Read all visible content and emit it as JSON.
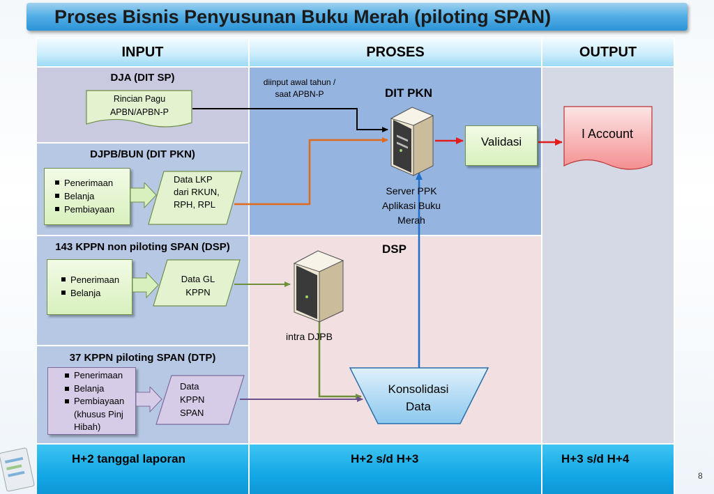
{
  "title": "Proses Bisnis Penyusunan Buku Merah (piloting SPAN)",
  "headers": {
    "input": "INPUT",
    "proses": "PROSES",
    "output": "OUTPUT"
  },
  "sections": {
    "dja": {
      "title": "DJA (DIT SP)",
      "doc": "Rincian Pagu APBN/APBN-P"
    },
    "djpb": {
      "title": "DJPB/BUN (DIT PKN)",
      "items": [
        "Penerimaan",
        "Belanja",
        "Pembiayaan"
      ],
      "data": "Data LKP dari RKUN, RPH, RPL"
    },
    "kppn143": {
      "title": "143 KPPN non piloting SPAN (DSP)",
      "items": [
        "Penerimaan",
        "Belanja"
      ],
      "data": "Data GL KPPN"
    },
    "kppn37": {
      "title": "37 KPPN piloting SPAN (DTP)",
      "items": [
        "Penerimaan",
        "Belanja",
        "Pembiayaan (khusus Pinj Hibah)"
      ],
      "data": "Data KPPN SPAN"
    }
  },
  "proses": {
    "note": "diinput awal tahun / saat APBN-P",
    "dit_pkn": "DIT PKN",
    "server_label": "Server PPK Aplikasi Buku Merah",
    "validasi": "Validasi",
    "dsp": "DSP",
    "intra": "intra DJPB",
    "konsolidasi": "Konsolidasi Data"
  },
  "output": {
    "account": "I Account"
  },
  "footer": {
    "input": "H+2 tanggal laporan",
    "proses": "H+2  s/d  H+3",
    "output": "H+3  s/d  H+4"
  },
  "page_number": "8",
  "colors": {
    "title_bar": "#2c93d6",
    "footer": "#14a8e6",
    "arrow_orange": "#e06a1c",
    "arrow_red": "#e21b1b",
    "arrow_blue": "#1f6fc9",
    "arrow_green": "#6f8f3a",
    "arrow_purple": "#6a4f8c"
  }
}
